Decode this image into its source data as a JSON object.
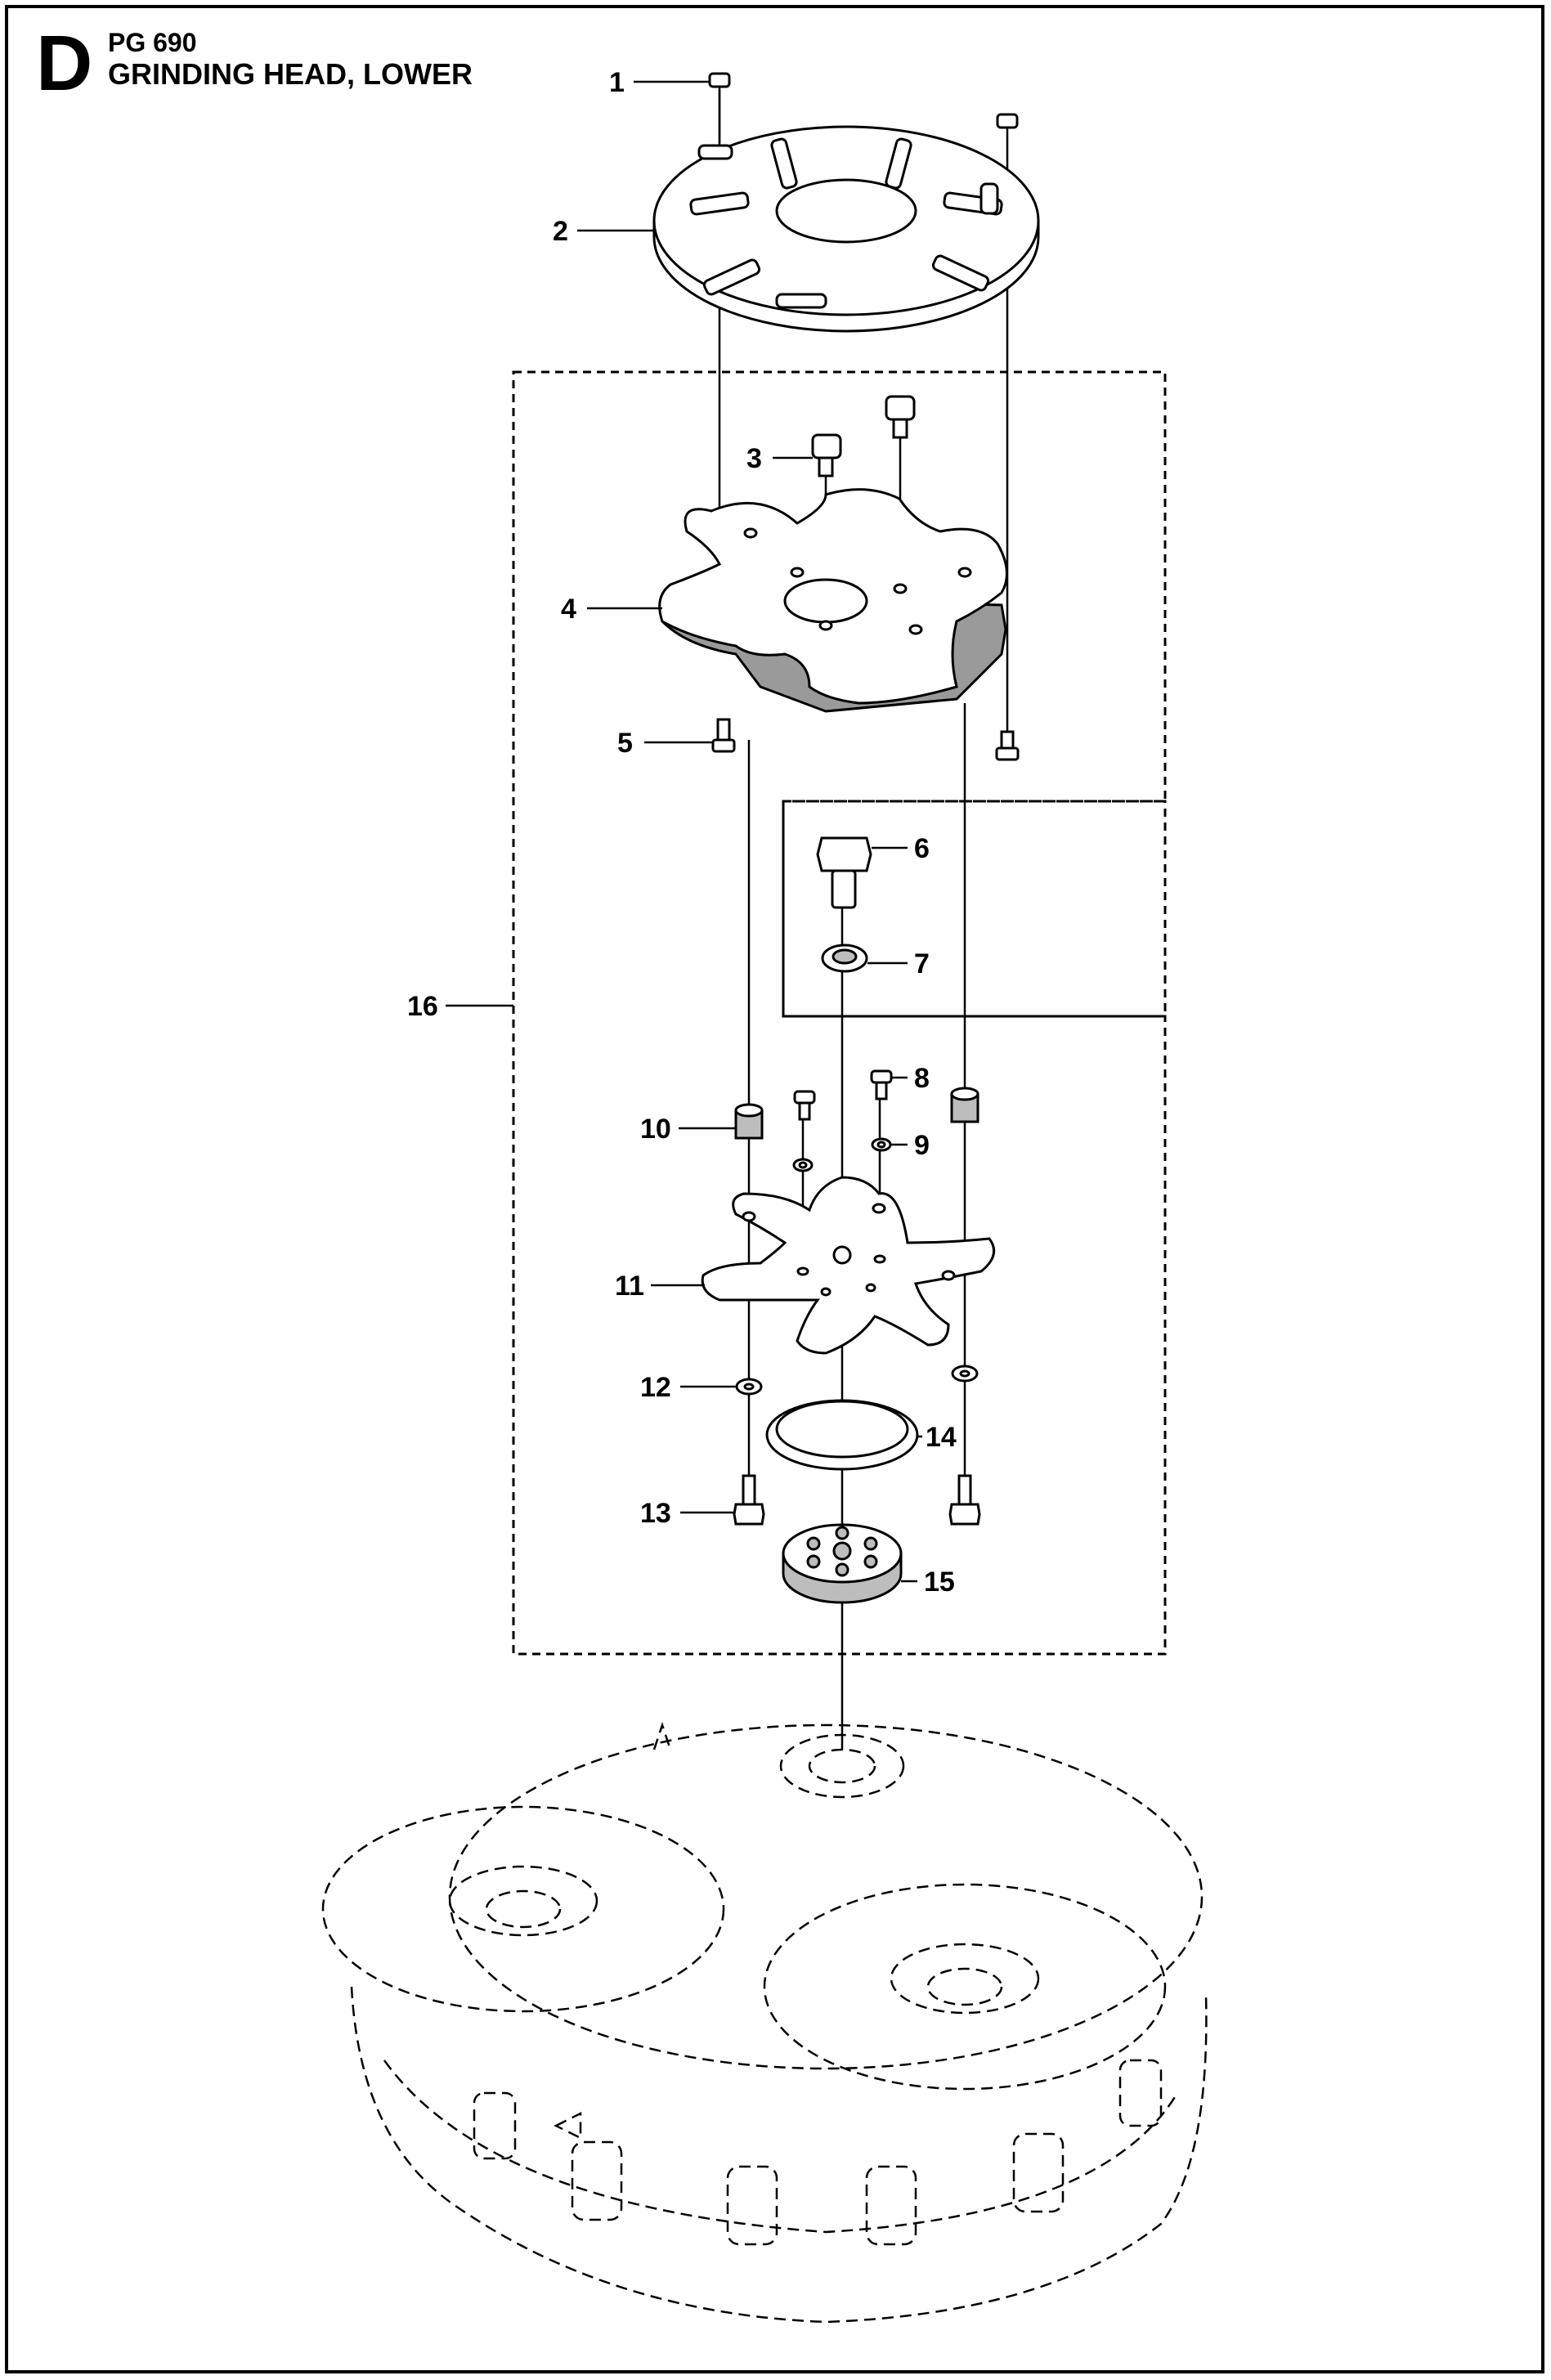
{
  "header": {
    "section_letter": "D",
    "model": "PG 690",
    "title": "GRINDING HEAD, LOWER"
  },
  "callouts": {
    "c1": "1",
    "c2": "2",
    "c3": "3",
    "c4": "4",
    "c5": "5",
    "c6": "6",
    "c7": "7",
    "c8": "8",
    "c9": "9",
    "c10": "10",
    "c11": "11",
    "c12": "12",
    "c13": "13",
    "c14": "14",
    "c15": "15",
    "c16": "16"
  }
}
